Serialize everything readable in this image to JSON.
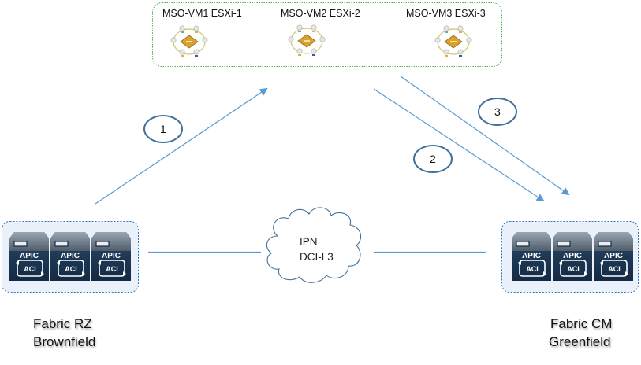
{
  "mso_cluster": {
    "vms": [
      {
        "label": "MSO-VM1 ESXi-1",
        "icon": "apic-policy-cluster-icon"
      },
      {
        "label": "MSO-VM2 ESXi-2",
        "icon": "apic-policy-cluster-icon"
      },
      {
        "label": "MSO-VM3 ESXi-3",
        "icon": "apic-policy-cluster-icon"
      }
    ]
  },
  "fabrics": [
    {
      "name": "Fabric RZ",
      "type": "Brownfield",
      "controllers": [
        {
          "top": "APIC",
          "bottom": "ACI"
        },
        {
          "top": "APIC",
          "bottom": "ACI"
        },
        {
          "top": "APIC",
          "bottom": "ACI"
        }
      ]
    },
    {
      "name": "Fabric CM",
      "type": "Greenfield",
      "controllers": [
        {
          "top": "APIC",
          "bottom": "ACI"
        },
        {
          "top": "APIC",
          "bottom": "ACI"
        },
        {
          "top": "APIC",
          "bottom": "ACI"
        }
      ]
    }
  ],
  "interconnect": {
    "line1": "IPN",
    "line2": "DCI-L3"
  },
  "steps": [
    {
      "number": "1"
    },
    {
      "number": "2"
    },
    {
      "number": "3"
    }
  ],
  "colors": {
    "arrow": "#5b9bd5",
    "step_ellipse": "#41719c",
    "mso_border": "#4caf50",
    "fabric_border": "#2e75b6",
    "fabric_fill": "#eaf1fb",
    "server_dark": "#1e3a5c",
    "cloud_stroke": "#41719c"
  }
}
